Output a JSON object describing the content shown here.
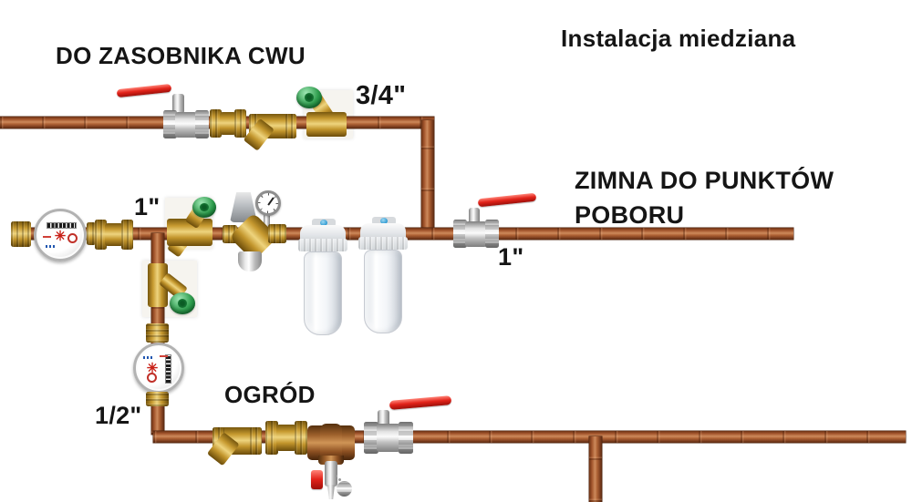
{
  "title": "Instalacja miedziana",
  "labels": {
    "dhw_tank": "DO ZASOBNIKA CWU",
    "size_top": "3/4\"",
    "size_mid_left": "1\"",
    "cold_line1": "ZIMNA DO PUNKTÓW",
    "cold_line2": "POBORU",
    "size_mid_right": "1\"",
    "garden": "OGRÓD",
    "size_garden": "1/2\""
  },
  "glyphs": {
    "meter_star": "✳"
  },
  "colors": {
    "background": "#ffffff",
    "copper": "#a3552c",
    "copper_dark": "#5a2a10",
    "copper_light": "#cd8a5c",
    "brass": "#c79a30",
    "bronze": "#9c5f2b",
    "chrome": "#d9d9d9",
    "lever_red": "#e2231a",
    "wheel_green": "#2f9e4e",
    "text": "#151515"
  }
}
